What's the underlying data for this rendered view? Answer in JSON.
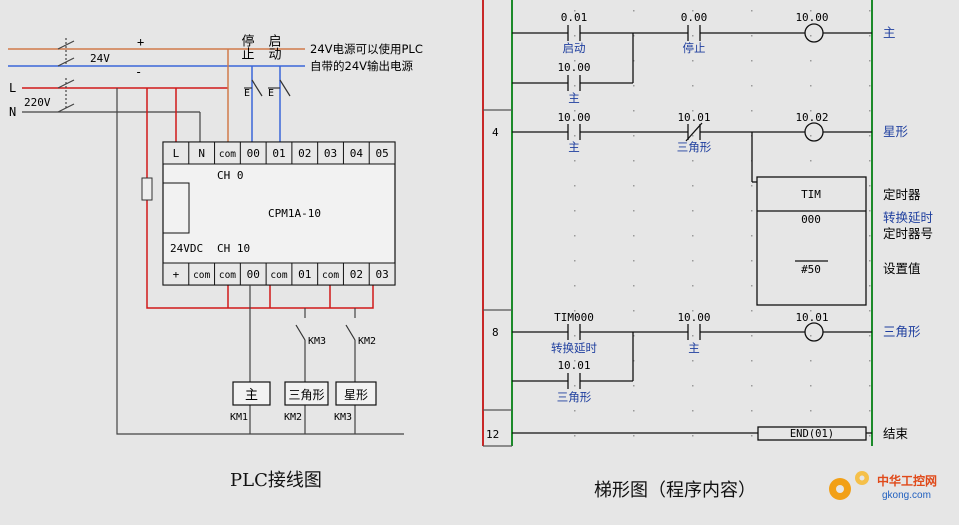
{
  "wiring": {
    "caption": "PLC接线图",
    "stop_label": "停止",
    "start_label": "启动",
    "supply_24v": "24V",
    "supply_220v": "220V",
    "rail_plus": "+",
    "rail_minus": "-",
    "line_L": "L",
    "line_N": "N",
    "note_line1": "24V电源可以使用PLC",
    "note_line2": "自带的24V输出电源",
    "plc_model": "CPM1A-10",
    "input_ch": "CH 0",
    "output_ch": "CH 10",
    "output_supply": "24VDC",
    "input_terminals": [
      "L",
      "N",
      "com",
      "00",
      "01",
      "02",
      "03",
      "04",
      "05"
    ],
    "output_terminals": [
      "+",
      "com",
      "com",
      "00",
      "com",
      "01",
      "com",
      "02",
      "03"
    ],
    "relay_km3": "KM3",
    "relay_km2": "KM2",
    "coils": [
      {
        "label": "主",
        "tag": "KM1"
      },
      {
        "label": "三角形",
        "tag": "KM2"
      },
      {
        "label": "星形",
        "tag": "KM3"
      }
    ]
  },
  "ladder": {
    "caption": "梯形图（程序内容）",
    "rung_numbers": [
      "4",
      "8",
      "12"
    ],
    "r1_c1_addr": "0.01",
    "r1_c1_name": "启动",
    "r1_c2_addr": "0.00",
    "r1_c2_name": "停止",
    "r1_c3_addr": "10.00",
    "r1_c3_name": "主",
    "r1_coil_addr": "10.00",
    "r1_coil_name": "主",
    "r2_c1_addr": "10.00",
    "r2_c1_name": "主",
    "r2_c2_addr": "10.01",
    "r2_c2_name": "三角形",
    "r2_coil_addr": "10.02",
    "r2_coil_name": "星形",
    "tim_title": "TIM",
    "tim_number": "000",
    "tim_setting": "#50",
    "tim_note_timer": "定时器",
    "tim_note_delay": "转换延时",
    "tim_note_number": "定时器号",
    "tim_note_setting": "设置值",
    "r3_c1_addr": "TIM000",
    "r3_c1_name": "转换延时",
    "r3_c2_addr": "10.00",
    "r3_c2_name": "主",
    "r3_c3_addr": "10.01",
    "r3_c3_name": "三角形",
    "r3_coil_addr": "10.01",
    "r3_coil_name": "三角形",
    "end_instruction": "END(01)",
    "end_note": "结束"
  },
  "watermark": {
    "cn": "中华工控网",
    "url": "gkong.com"
  },
  "colors": {
    "plus_wire": "#d07a4a",
    "minus_wire": "#3a66d8",
    "live_wire": "#d01818",
    "rail_red": "#c82828",
    "rail_green": "#1c8a2a",
    "label_blue": "#1f3f9f"
  }
}
